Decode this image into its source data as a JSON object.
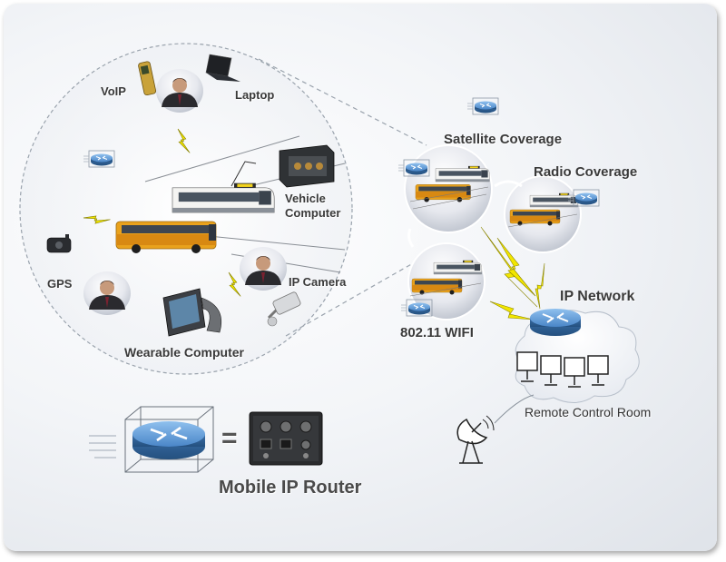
{
  "labels": {
    "voip": "VoIP",
    "laptop": "Laptop",
    "vehicle_computer_line1": "Vehicle",
    "vehicle_computer_line2": "Computer",
    "gps": "GPS",
    "ip_camera": "IP Camera",
    "wearable_computer": "Wearable Computer",
    "satellite_coverage": "Satellite Coverage",
    "radio_coverage": "Radio Coverage",
    "wifi": "802.11 WIFI",
    "ip_network": "IP Network",
    "remote_control_room": "Remote Control Room",
    "mobile_ip_router": "Mobile IP Router",
    "equals": "="
  },
  "icons": {
    "router": "router-icon",
    "bus": "bus-icon",
    "tram": "tram-icon",
    "person": "person-icon",
    "phone": "cell-phone-icon",
    "laptop": "laptop-icon",
    "gps": "gps-icon",
    "camera": "ip-camera-icon",
    "wearable": "wearable-computer-icon",
    "vehicle_computer": "vehicle-computer-icon",
    "satellite_dish": "satellite-dish-icon",
    "lightning": "lightning-icon",
    "cloud": "cloud-icon",
    "monitor": "monitor-icon"
  },
  "colors": {
    "router_blue": "#4a86c8",
    "bus_yellow": "#e8a21a",
    "lightning_yellow": "#f2e600",
    "label_gray": "#3a3a3a"
  }
}
